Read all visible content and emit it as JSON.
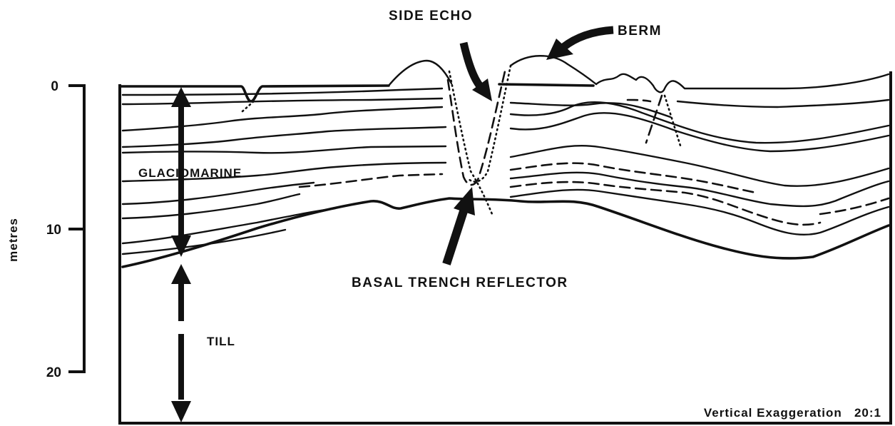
{
  "labels": {
    "side_echo": "SIDE ECHO",
    "berm": "BERM",
    "glaciomarine": "GLACIOMARINE",
    "basal_trench_reflector": "BASAL TRENCH REFLECTOR",
    "till": "TILL",
    "vertical_exaggeration": "Vertical Exaggeration   20:1"
  },
  "axis": {
    "title": "metres",
    "ticks": [
      "0",
      "10",
      "20"
    ]
  }
}
